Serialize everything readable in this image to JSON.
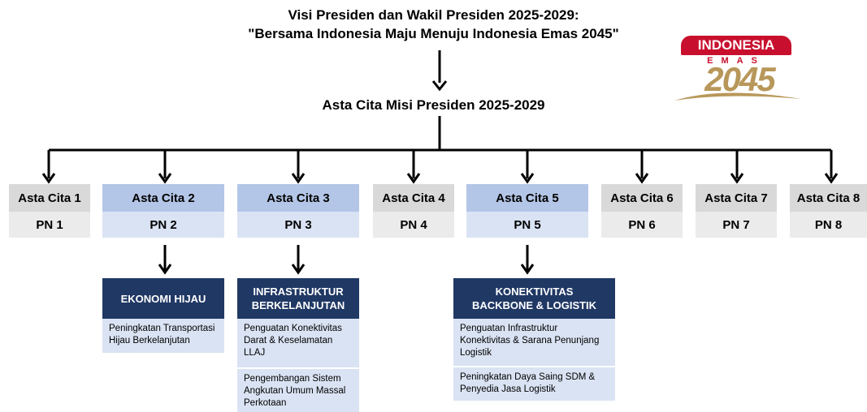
{
  "visi": {
    "line1": "Visi Presiden dan Wakil Presiden 2025-2029:",
    "line2": "\"Bersama Indonesia Maju Menuju Indonesia Emas 2045\""
  },
  "misi_title": "Asta Cita Misi Presiden 2025-2029",
  "logo": {
    "top": "INDONESIA",
    "middle": "EMAS",
    "year": "2045",
    "colors": {
      "red": "#c8102e",
      "gold": "#b8975a"
    }
  },
  "colors": {
    "grey_head": "#d9d9d9",
    "grey_pn": "#ebebeb",
    "blue_head": "#b4c6e7",
    "blue_pn": "#dae3f3",
    "navy": "#203864"
  },
  "asta_cita": [
    {
      "label": "Asta Cita 1",
      "pn": "PN 1",
      "highlight": false
    },
    {
      "label": "Asta Cita 2",
      "pn": "PN 2",
      "highlight": true
    },
    {
      "label": "Asta Cita 3",
      "pn": "PN 3",
      "highlight": true
    },
    {
      "label": "Asta Cita 4",
      "pn": "PN 4",
      "highlight": false
    },
    {
      "label": "Asta Cita 5",
      "pn": "PN 5",
      "highlight": true
    },
    {
      "label": "Asta Cita 6",
      "pn": "PN 6",
      "highlight": false
    },
    {
      "label": "Asta Cita 7",
      "pn": "PN 7",
      "highlight": false
    },
    {
      "label": "Asta Cita 8",
      "pn": "PN 8",
      "highlight": false
    }
  ],
  "programs": [
    {
      "title": "EKONOMI HIJAU",
      "items": [
        "Peningkatan Transportasi Hijau Berkelanjutan"
      ]
    },
    {
      "title_line1": "INFRASTRUKTUR",
      "title_line2": "BERKELANJUTAN",
      "items": [
        "Penguatan Konektivitas Darat & Keselamatan LLAJ",
        "Pengembangan Sistem Angkutan Umum Massal Perkotaan"
      ]
    },
    {
      "title_line1": "KONEKTIVITAS",
      "title_line2": "BACKBONE & LOGISTIK",
      "items": [
        "Penguatan Infrastruktur Konektivitas & Sarana Penunjang Logistik",
        "Peningkatan Daya Saing SDM & Penyedia Jasa Logistik"
      ]
    }
  ]
}
